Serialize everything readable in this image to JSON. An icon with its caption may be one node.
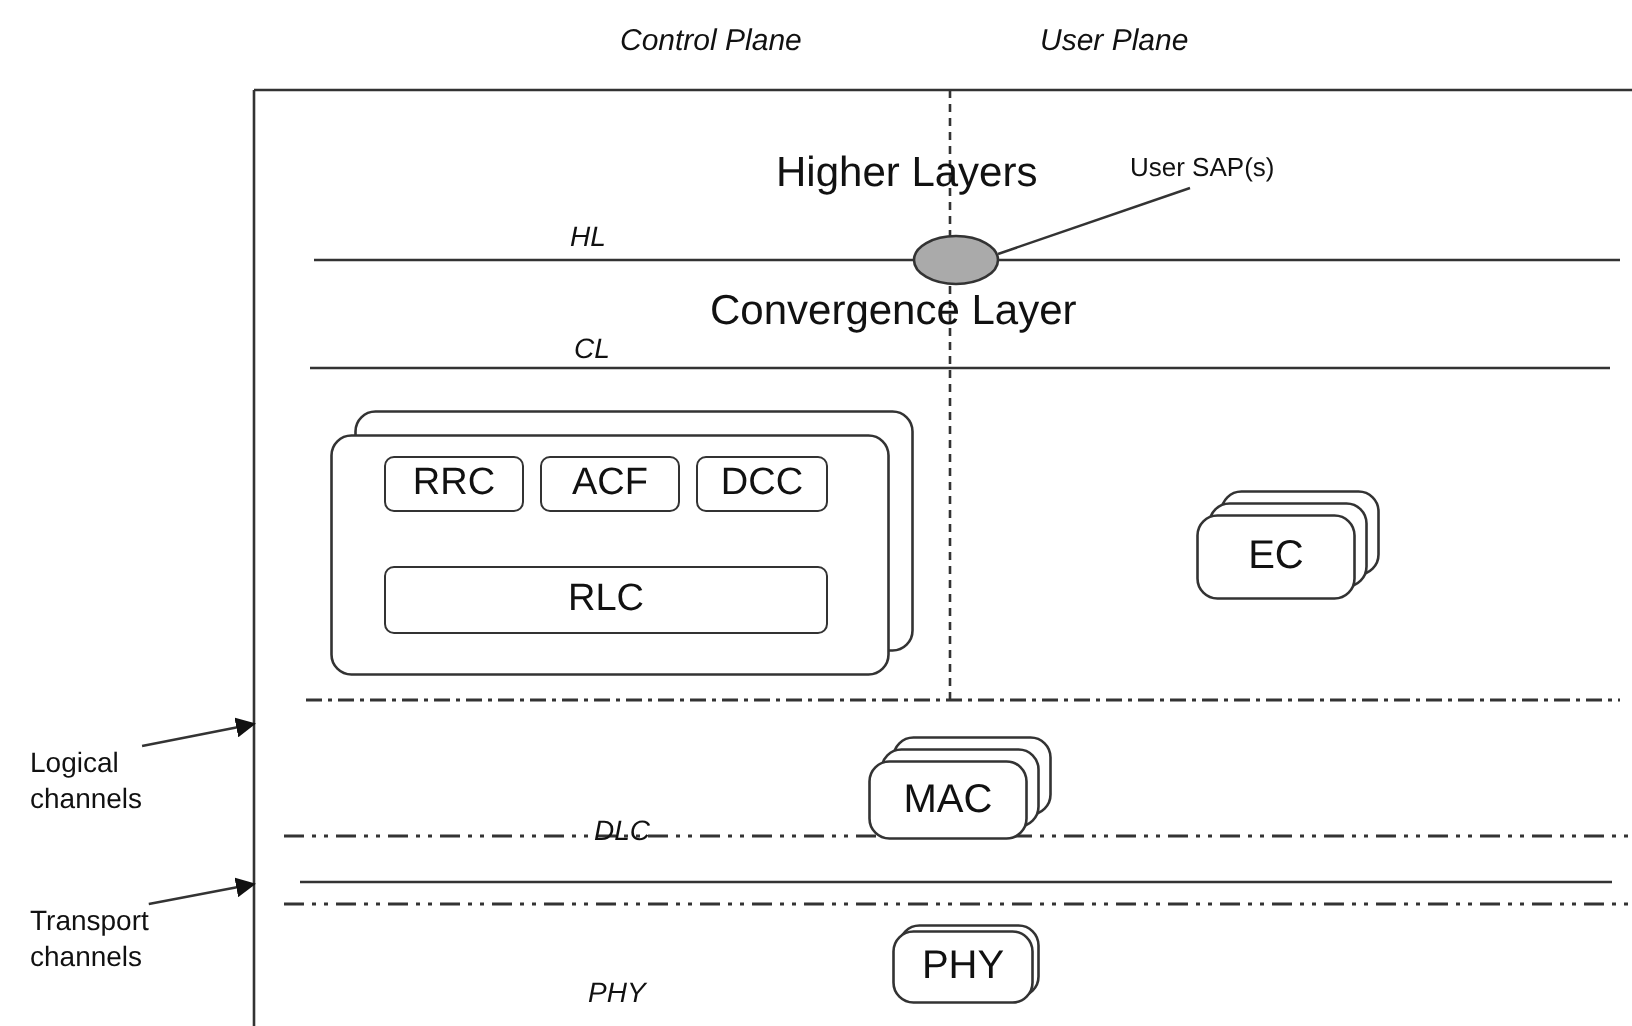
{
  "diagram": {
    "nodes": [
      {
        "text": [
          "User SAP(s)"
        ]
      },
      {
        "text": [],
        "shape": "ellipse"
      },
      {
        "text": [],
        "shape": "box"
      },
      {
        "text": [
          "RRC"
        ],
        "in": 2
      },
      {
        "text": [
          "ACF"
        ],
        "in": 2
      },
      {
        "text": [
          "DCC"
        ],
        "in": 2
      },
      {
        "text": [
          "RLC"
        ],
        "in": 2
      },
      {
        "text": [
          "EC"
        ]
      },
      {
        "text": [
          "Logical channels"
        ]
      },
      {
        "text": [
          "MAC"
        ]
      },
      {
        "text": [
          "Transport channels"
        ]
      },
      {
        "text": [
          "PHY"
        ]
      }
    ],
    "edges": [
      {
        "from": 0,
        "to": 1,
        "arrow": "none"
      },
      {
        "from": 8,
        "to": null,
        "arrow": "to"
      },
      {
        "from": 10,
        "to": null,
        "arrow": "to"
      }
    ],
    "labels": [
      "Control Plane",
      "User Plane",
      "Higher Layers",
      "HL",
      "Convergence Layer",
      "CL",
      "DLC",
      "PHY"
    ]
  }
}
